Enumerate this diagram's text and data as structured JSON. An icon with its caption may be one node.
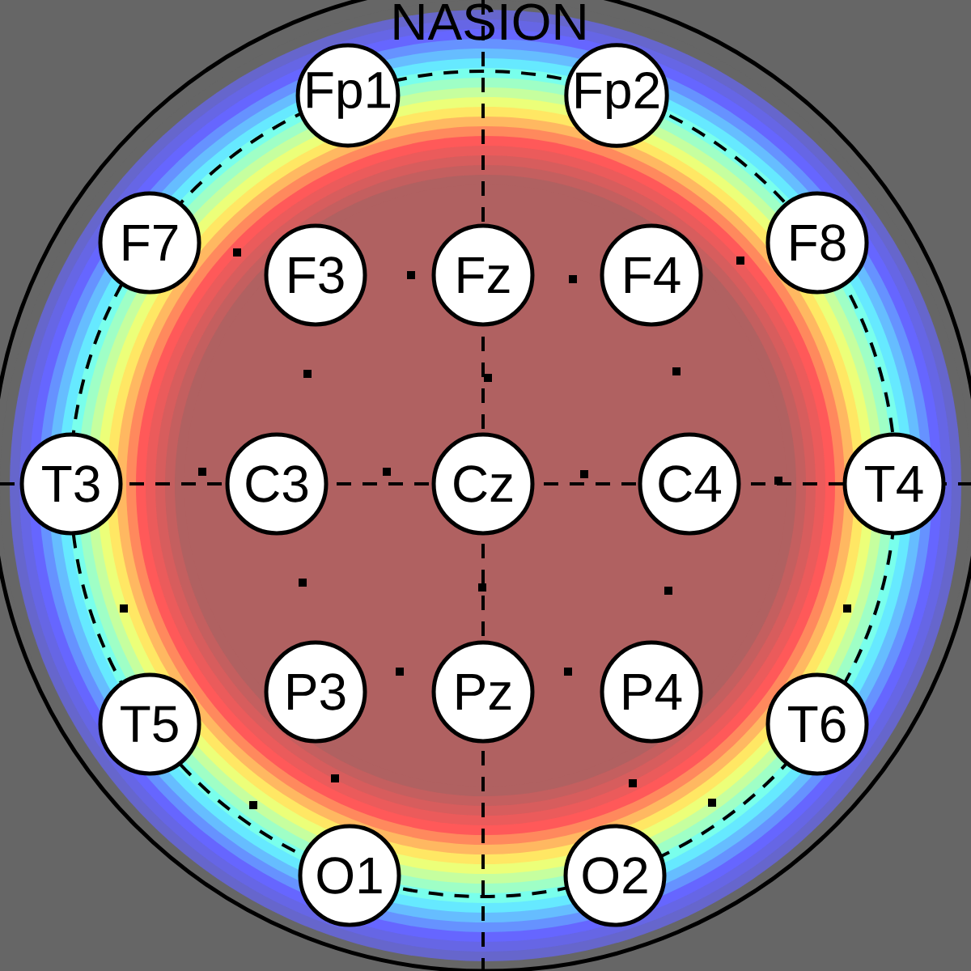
{
  "diagram": {
    "nodes": [
      {
        "text": [
          "Fp1"
        ]
      },
      {
        "text": [
          "Fp2"
        ]
      },
      {
        "text": [
          "F7"
        ]
      },
      {
        "text": [
          "F3"
        ]
      },
      {
        "text": [
          "Fz"
        ]
      },
      {
        "text": [
          "F4"
        ]
      },
      {
        "text": [
          "F8"
        ]
      },
      {
        "text": [
          "T3"
        ]
      },
      {
        "text": [
          "C3"
        ]
      },
      {
        "text": [
          "Cz"
        ]
      },
      {
        "text": [
          "C4"
        ]
      },
      {
        "text": [
          "T4"
        ]
      },
      {
        "text": [
          "T5"
        ]
      },
      {
        "text": [
          "P3"
        ]
      },
      {
        "text": [
          "Pz"
        ]
      },
      {
        "text": [
          "P4"
        ]
      },
      {
        "text": [
          "T6"
        ]
      },
      {
        "text": [
          "O1"
        ]
      },
      {
        "text": [
          "O2"
        ]
      }
    ],
    "labels": [
      "NASION"
    ]
  }
}
